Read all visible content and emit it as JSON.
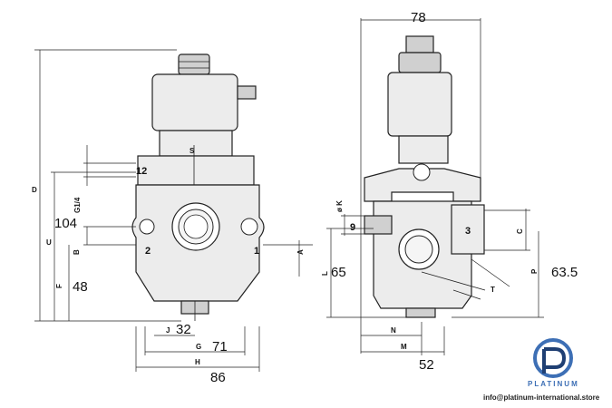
{
  "drawing": {
    "front_view": {
      "top_label": "S",
      "dimension_letters": {
        "D": "D",
        "U": "U",
        "B": "B",
        "F": "F",
        "J": "J",
        "G": "G",
        "H": "H",
        "A": "A"
      },
      "thread_label": "G1/4",
      "ports": {
        "p12": "12",
        "p2": "2",
        "p1": "1"
      },
      "values": {
        "v104": "104",
        "v48": "48",
        "v32": "32",
        "v71": "71",
        "v86": "86"
      }
    },
    "side_view": {
      "dimension_letters": {
        "L": "L",
        "N": "N",
        "M": "M",
        "C": "C",
        "P": "P",
        "T": "T",
        "K": "ø K"
      },
      "ports": {
        "p3": "3",
        "p9": "9"
      },
      "values": {
        "v78": "78",
        "v65": "65",
        "v63_5": "63.5",
        "v52": "52"
      }
    }
  },
  "brand": {
    "name": "PLATINUM",
    "email": "info@platinum-international.store",
    "colors": {
      "primary": "#3d6fb5",
      "dark": "#1f3f73"
    }
  }
}
